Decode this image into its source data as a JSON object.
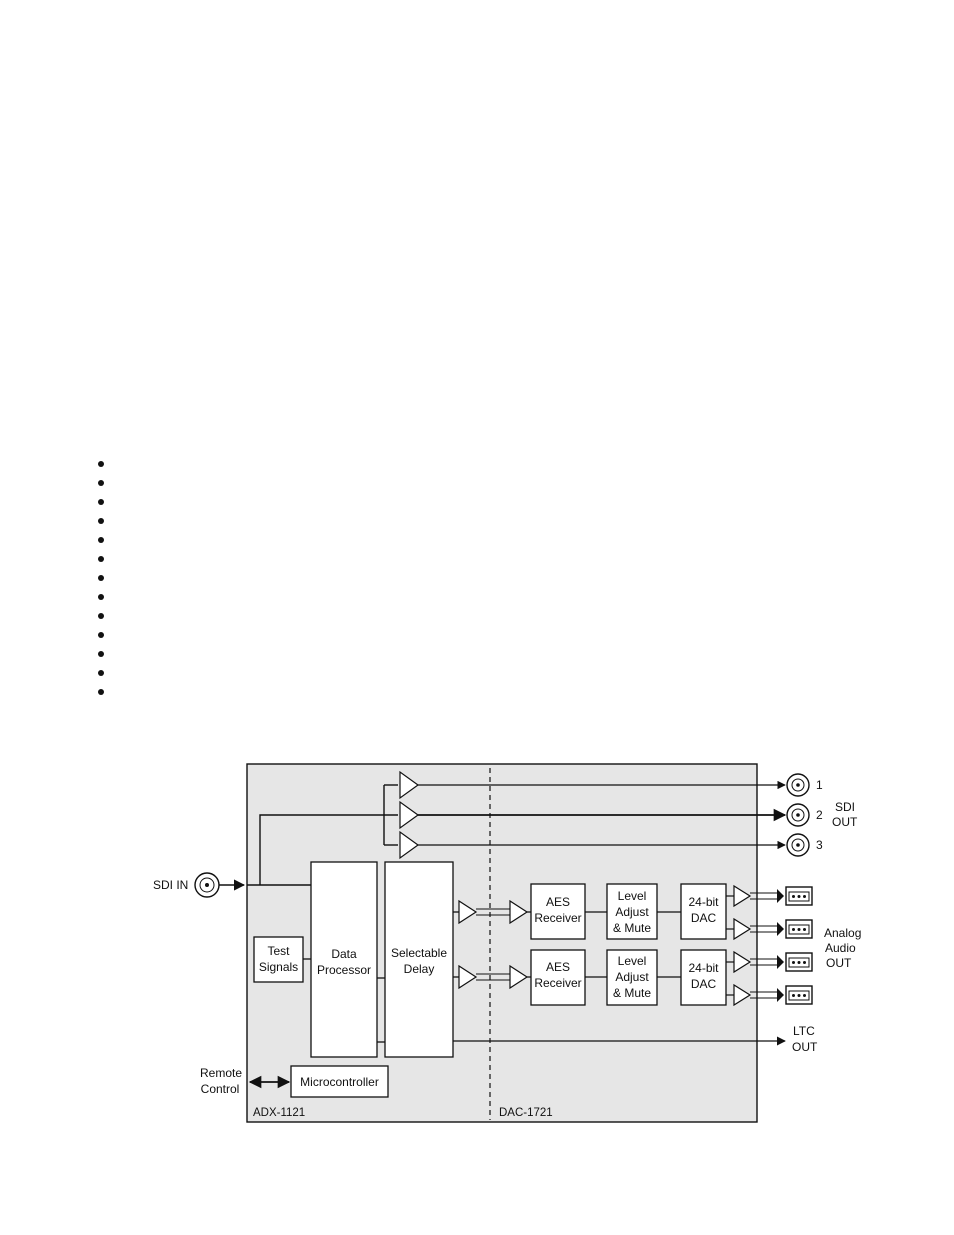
{
  "bullet_count": 13,
  "diagram": {
    "boards": {
      "left": "ADX-1121",
      "right": "DAC-1721"
    },
    "inputs": {
      "sdi_in": "SDI IN",
      "remote_line1": "Remote",
      "remote_line2": "Control"
    },
    "blocks": {
      "test_signals": [
        "Test",
        "Signals"
      ],
      "data_processor": [
        "Data",
        "Processor"
      ],
      "selectable_delay": [
        "Selectable",
        "Delay"
      ],
      "microcontroller": "Microcontroller",
      "aes_receiver": [
        "AES",
        "Receiver"
      ],
      "level_adjust": [
        "Level",
        "Adjust",
        "& Mute"
      ],
      "dac": [
        "24-bit",
        "DAC"
      ]
    },
    "outputs": {
      "sdi_numbers": [
        "1",
        "2",
        "3"
      ],
      "sdi_label": [
        "SDI",
        "OUT"
      ],
      "analog_label": [
        "Analog",
        "Audio",
        "OUT"
      ],
      "ltc_label": [
        "LTC",
        "OUT"
      ]
    }
  }
}
